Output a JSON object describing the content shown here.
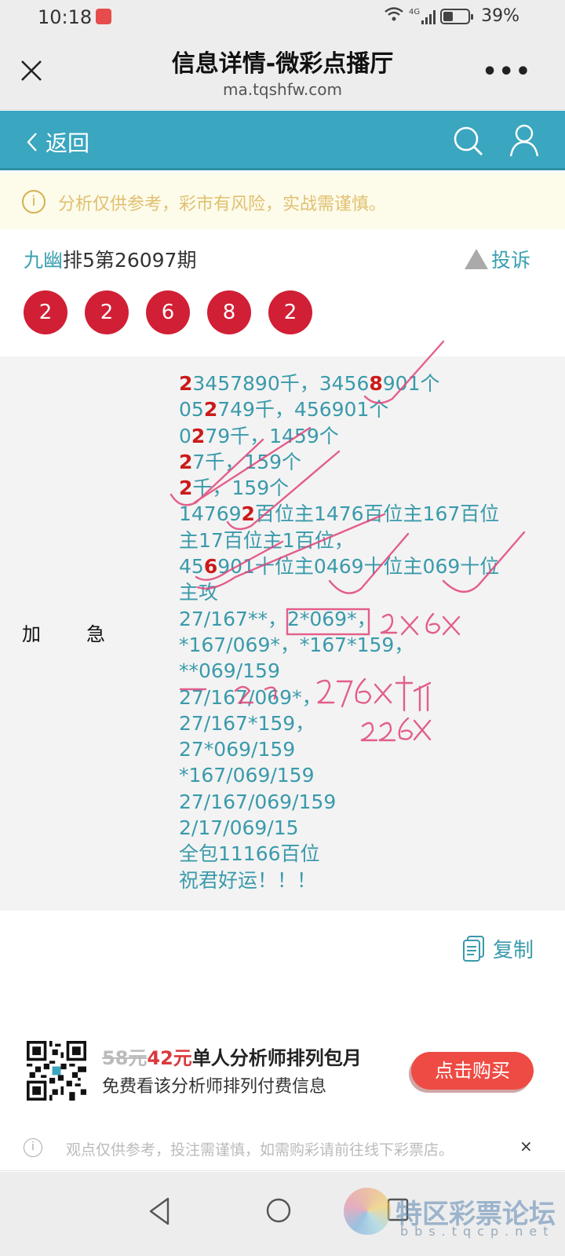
{
  "status_bar": {
    "time": "10:18",
    "network": "4G",
    "battery": "39%"
  },
  "title_bar": {
    "title": "信息详情-微彩点播厅",
    "url": "ma.tqshfw.com",
    "more": "•••"
  },
  "nav": {
    "back_label": "返回",
    "back_icon": "chevron-left-icon",
    "search_icon": "search-icon",
    "user_icon": "user-icon",
    "color": "#3aa6bf"
  },
  "notice": {
    "text": "分析仅供参考，彩市有风险，实战需谨慎。"
  },
  "post": {
    "author": "九幽",
    "issue": "排5第26097期",
    "report_label": "投诉",
    "balls": [
      "2",
      "2",
      "6",
      "8",
      "2"
    ],
    "ball_color": "#d11f35",
    "category_label_1": "加",
    "category_label_2": "急",
    "lines": [
      {
        "pre": "",
        "hl": "2",
        "post": "3457890千，3456",
        "hl2": "8",
        "post2": "901个"
      },
      {
        "pre": "05",
        "hl": "2",
        "post": "749千，456901个",
        "hl2": "",
        "post2": ""
      },
      {
        "pre": "0",
        "hl": "2",
        "post": "79千，1459个",
        "hl2": "",
        "post2": ""
      },
      {
        "pre": "",
        "hl": "2",
        "post": "7千，159个",
        "hl2": "",
        "post2": ""
      },
      {
        "pre": "",
        "hl": "2",
        "post": "千，159个",
        "hl2": "",
        "post2": ""
      },
      {
        "pre": "14769",
        "hl": "2",
        "post": "百位主1476百位主167百位",
        "hl2": "",
        "post2": ""
      },
      {
        "pre": "主17百位主1百位，",
        "hl": "",
        "post": "",
        "hl2": "",
        "post2": ""
      },
      {
        "pre": "45",
        "hl": "6",
        "post": "901十位主0469十位主069十位",
        "hl2": "",
        "post2": ""
      },
      {
        "pre": "主攻",
        "hl": "",
        "post": "",
        "hl2": "",
        "post2": ""
      },
      {
        "pre": "27/167**，2*069*，",
        "hl": "",
        "post": "",
        "hl2": "",
        "post2": ""
      },
      {
        "pre": "*167/069*，*167*159，",
        "hl": "",
        "post": "",
        "hl2": "",
        "post2": ""
      },
      {
        "pre": "**069/159",
        "hl": "",
        "post": "",
        "hl2": "",
        "post2": ""
      },
      {
        "pre": "27/167/069*，",
        "hl": "",
        "post": "",
        "hl2": "",
        "post2": ""
      },
      {
        "pre": "27/167*159，",
        "hl": "",
        "post": "",
        "hl2": "",
        "post2": ""
      },
      {
        "pre": "27*069/159",
        "hl": "",
        "post": "",
        "hl2": "",
        "post2": ""
      },
      {
        "pre": "*167/069/159",
        "hl": "",
        "post": "",
        "hl2": "",
        "post2": ""
      },
      {
        "pre": "27/167/069/159",
        "hl": "",
        "post": "",
        "hl2": "",
        "post2": ""
      },
      {
        "pre": "2/17/069/15",
        "hl": "",
        "post": "",
        "hl2": "",
        "post2": ""
      },
      {
        "pre": "全包11166百位",
        "hl": "",
        "post": "",
        "hl2": "",
        "post2": ""
      },
      {
        "pre": "祝君好运！！！",
        "hl": "",
        "post": "",
        "hl2": "",
        "post2": ""
      }
    ],
    "handwritten_notes": [
      "2X6X",
      "276X胆",
      "226X"
    ]
  },
  "copy": {
    "label": "复制"
  },
  "promo": {
    "old_price": "58元",
    "new_price": "42元",
    "title": "单人分析师排列包月",
    "subtitle": "免费看该分析师排列付费信息",
    "buy_label": "点击购买"
  },
  "disclaimer": {
    "text": "观点仅供参考，投注需谨慎，如需购彩请前往线下彩票店。",
    "close": "×"
  },
  "watermark": {
    "text": "特区彩票论坛",
    "sub": "bbs.tqcp.net"
  }
}
